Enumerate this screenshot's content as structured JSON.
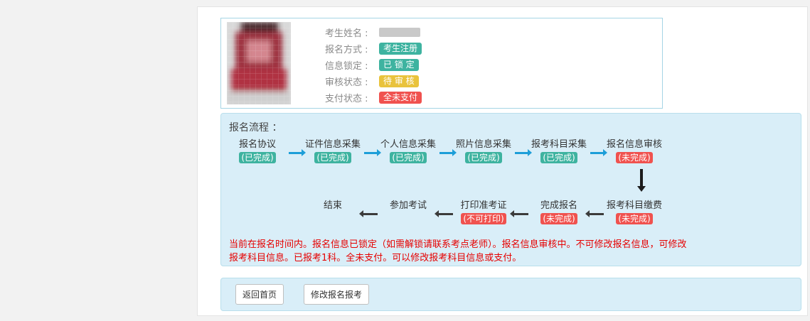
{
  "info": {
    "rows": [
      {
        "label": "考生姓名 :",
        "value": "",
        "type": "masked"
      },
      {
        "label": "报名方式 :",
        "value": "考生注册",
        "type": "teal"
      },
      {
        "label": "信息锁定 :",
        "value": "已 锁 定",
        "type": "teal"
      },
      {
        "label": "审核状态 :",
        "value": "待 审 核",
        "type": "yellow"
      },
      {
        "label": "支付状态 :",
        "value": "全未支付",
        "type": "red"
      }
    ]
  },
  "flow": {
    "title": "报名流程 ：",
    "row1": [
      {
        "name": "报名协议",
        "status": "(已完成)"
      },
      {
        "name": "证件信息采集",
        "status": "(已完成)"
      },
      {
        "name": "个人信息采集",
        "status": "(已完成)"
      },
      {
        "name": "照片信息采集",
        "status": "(已完成)"
      },
      {
        "name": "报考科目采集",
        "status": "(已完成)"
      },
      {
        "name": "报名信息审核",
        "status": "(未完成)"
      }
    ],
    "row2": [
      {
        "name": "结束",
        "status": ""
      },
      {
        "name": "参加考试",
        "status": ""
      },
      {
        "name": "打印准考证",
        "status": "(不可打印)"
      },
      {
        "name": "完成报名",
        "status": "(未完成)"
      },
      {
        "name": "报考科目缴费",
        "status": "(未完成)"
      }
    ],
    "notice": "当前在报名时间内。报名信息已锁定（如需解锁请联系考点老师）。报名信息审核中。不可修改报名信息，可修改报考科目信息。已报考1科。全未支付。可以修改报考科目信息或支付。"
  },
  "buttons": {
    "back": "返回首页",
    "modify": "修改报名报考"
  },
  "colors": {
    "teal": "#3eb3a0",
    "yellow": "#e9c33c",
    "red": "#f0524f",
    "arrow_blue": "#1d9ed8",
    "notice_red": "#e60000",
    "panel_bg": "#d9eef8"
  }
}
